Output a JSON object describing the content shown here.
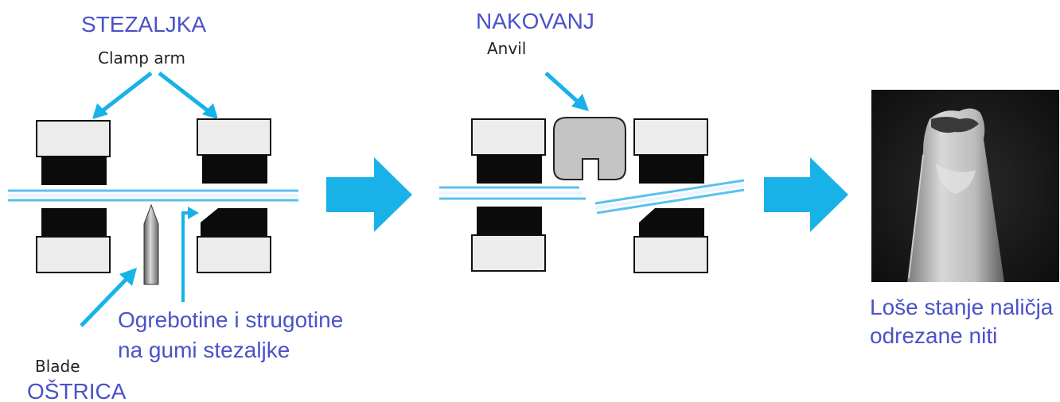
{
  "stage1": {
    "title_local": "STEZALJKA",
    "title_en": "Clamp arm",
    "blade_en": "Blade",
    "blade_local": "OŠTRICA",
    "scratch_line1": "Ogrebotine i strugotine",
    "scratch_line2": "na gumi stezaljke"
  },
  "stage2": {
    "title_local": "NAKOVANJ",
    "title_en": "Anvil"
  },
  "stage3": {
    "caption_line1": "Loše stanje naličja",
    "caption_line2": "odrezane niti"
  },
  "colors": {
    "accent_blue": "#18b2e8",
    "label_blue": "#4a52c8",
    "fiber_blue": "#5bc0ee",
    "rubber_black": "#0b0b0b",
    "housing_gray": "#ececec",
    "anvil_gray": "#c4c4c4"
  },
  "icons": [
    "arrow-right-icon",
    "pointer-arrow-icon"
  ]
}
